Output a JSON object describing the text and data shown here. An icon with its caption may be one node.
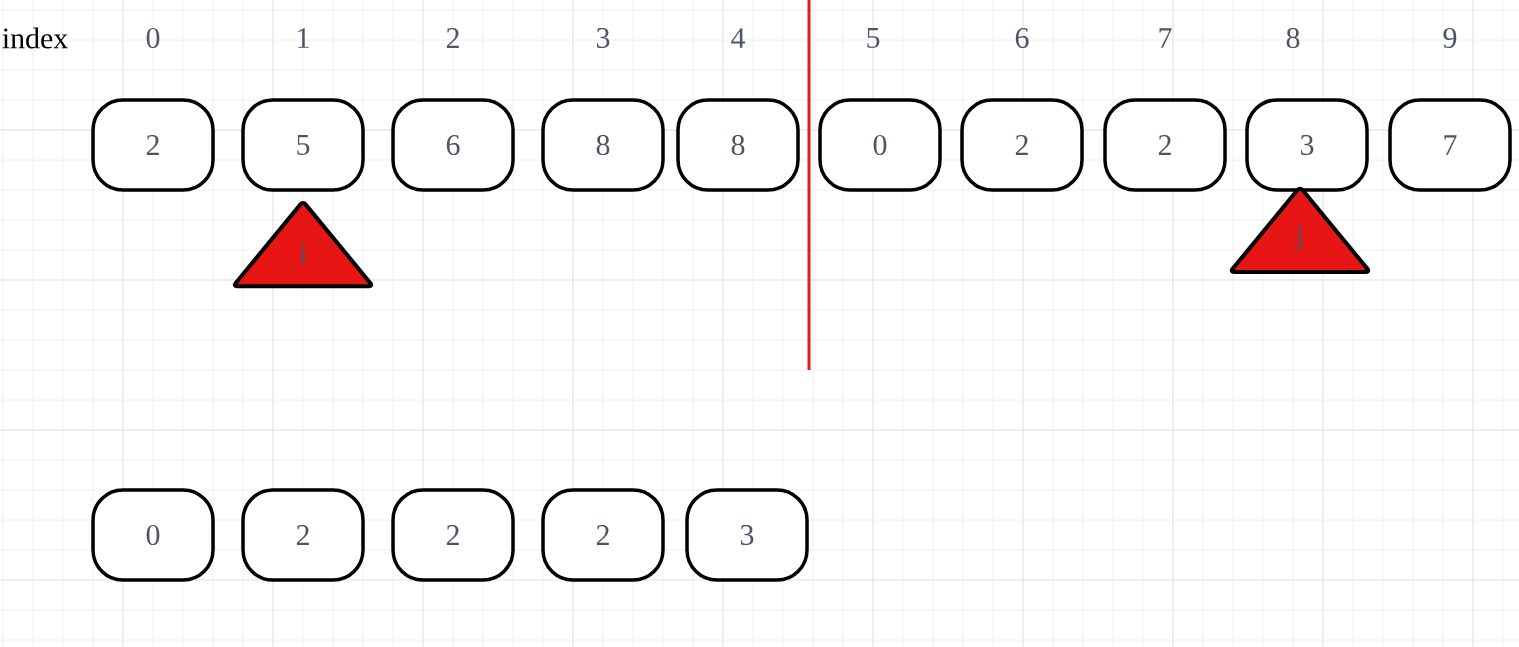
{
  "diagram": {
    "nodes": [
      {
        "text": [
          "2"
        ]
      },
      {
        "text": [
          "5"
        ]
      },
      {
        "text": [
          "6"
        ]
      },
      {
        "text": [
          "8"
        ]
      },
      {
        "text": [
          "8"
        ]
      },
      {
        "text": [
          "0"
        ]
      },
      {
        "text": [
          "2"
        ]
      },
      {
        "text": [
          "2"
        ]
      },
      {
        "text": [
          "3"
        ]
      },
      {
        "text": [
          "7"
        ]
      },
      {
        "text": [
          "i"
        ]
      },
      {
        "text": [
          "j"
        ]
      },
      {
        "text": [
          "0"
        ]
      },
      {
        "text": [
          "2"
        ]
      },
      {
        "text": [
          "2"
        ]
      },
      {
        "text": [
          "2"
        ]
      },
      {
        "text": [
          "3"
        ]
      }
    ],
    "labels": [
      "index",
      "0",
      "1",
      "2",
      "3",
      "4",
      "5",
      "6",
      "7",
      "8",
      "9"
    ]
  }
}
